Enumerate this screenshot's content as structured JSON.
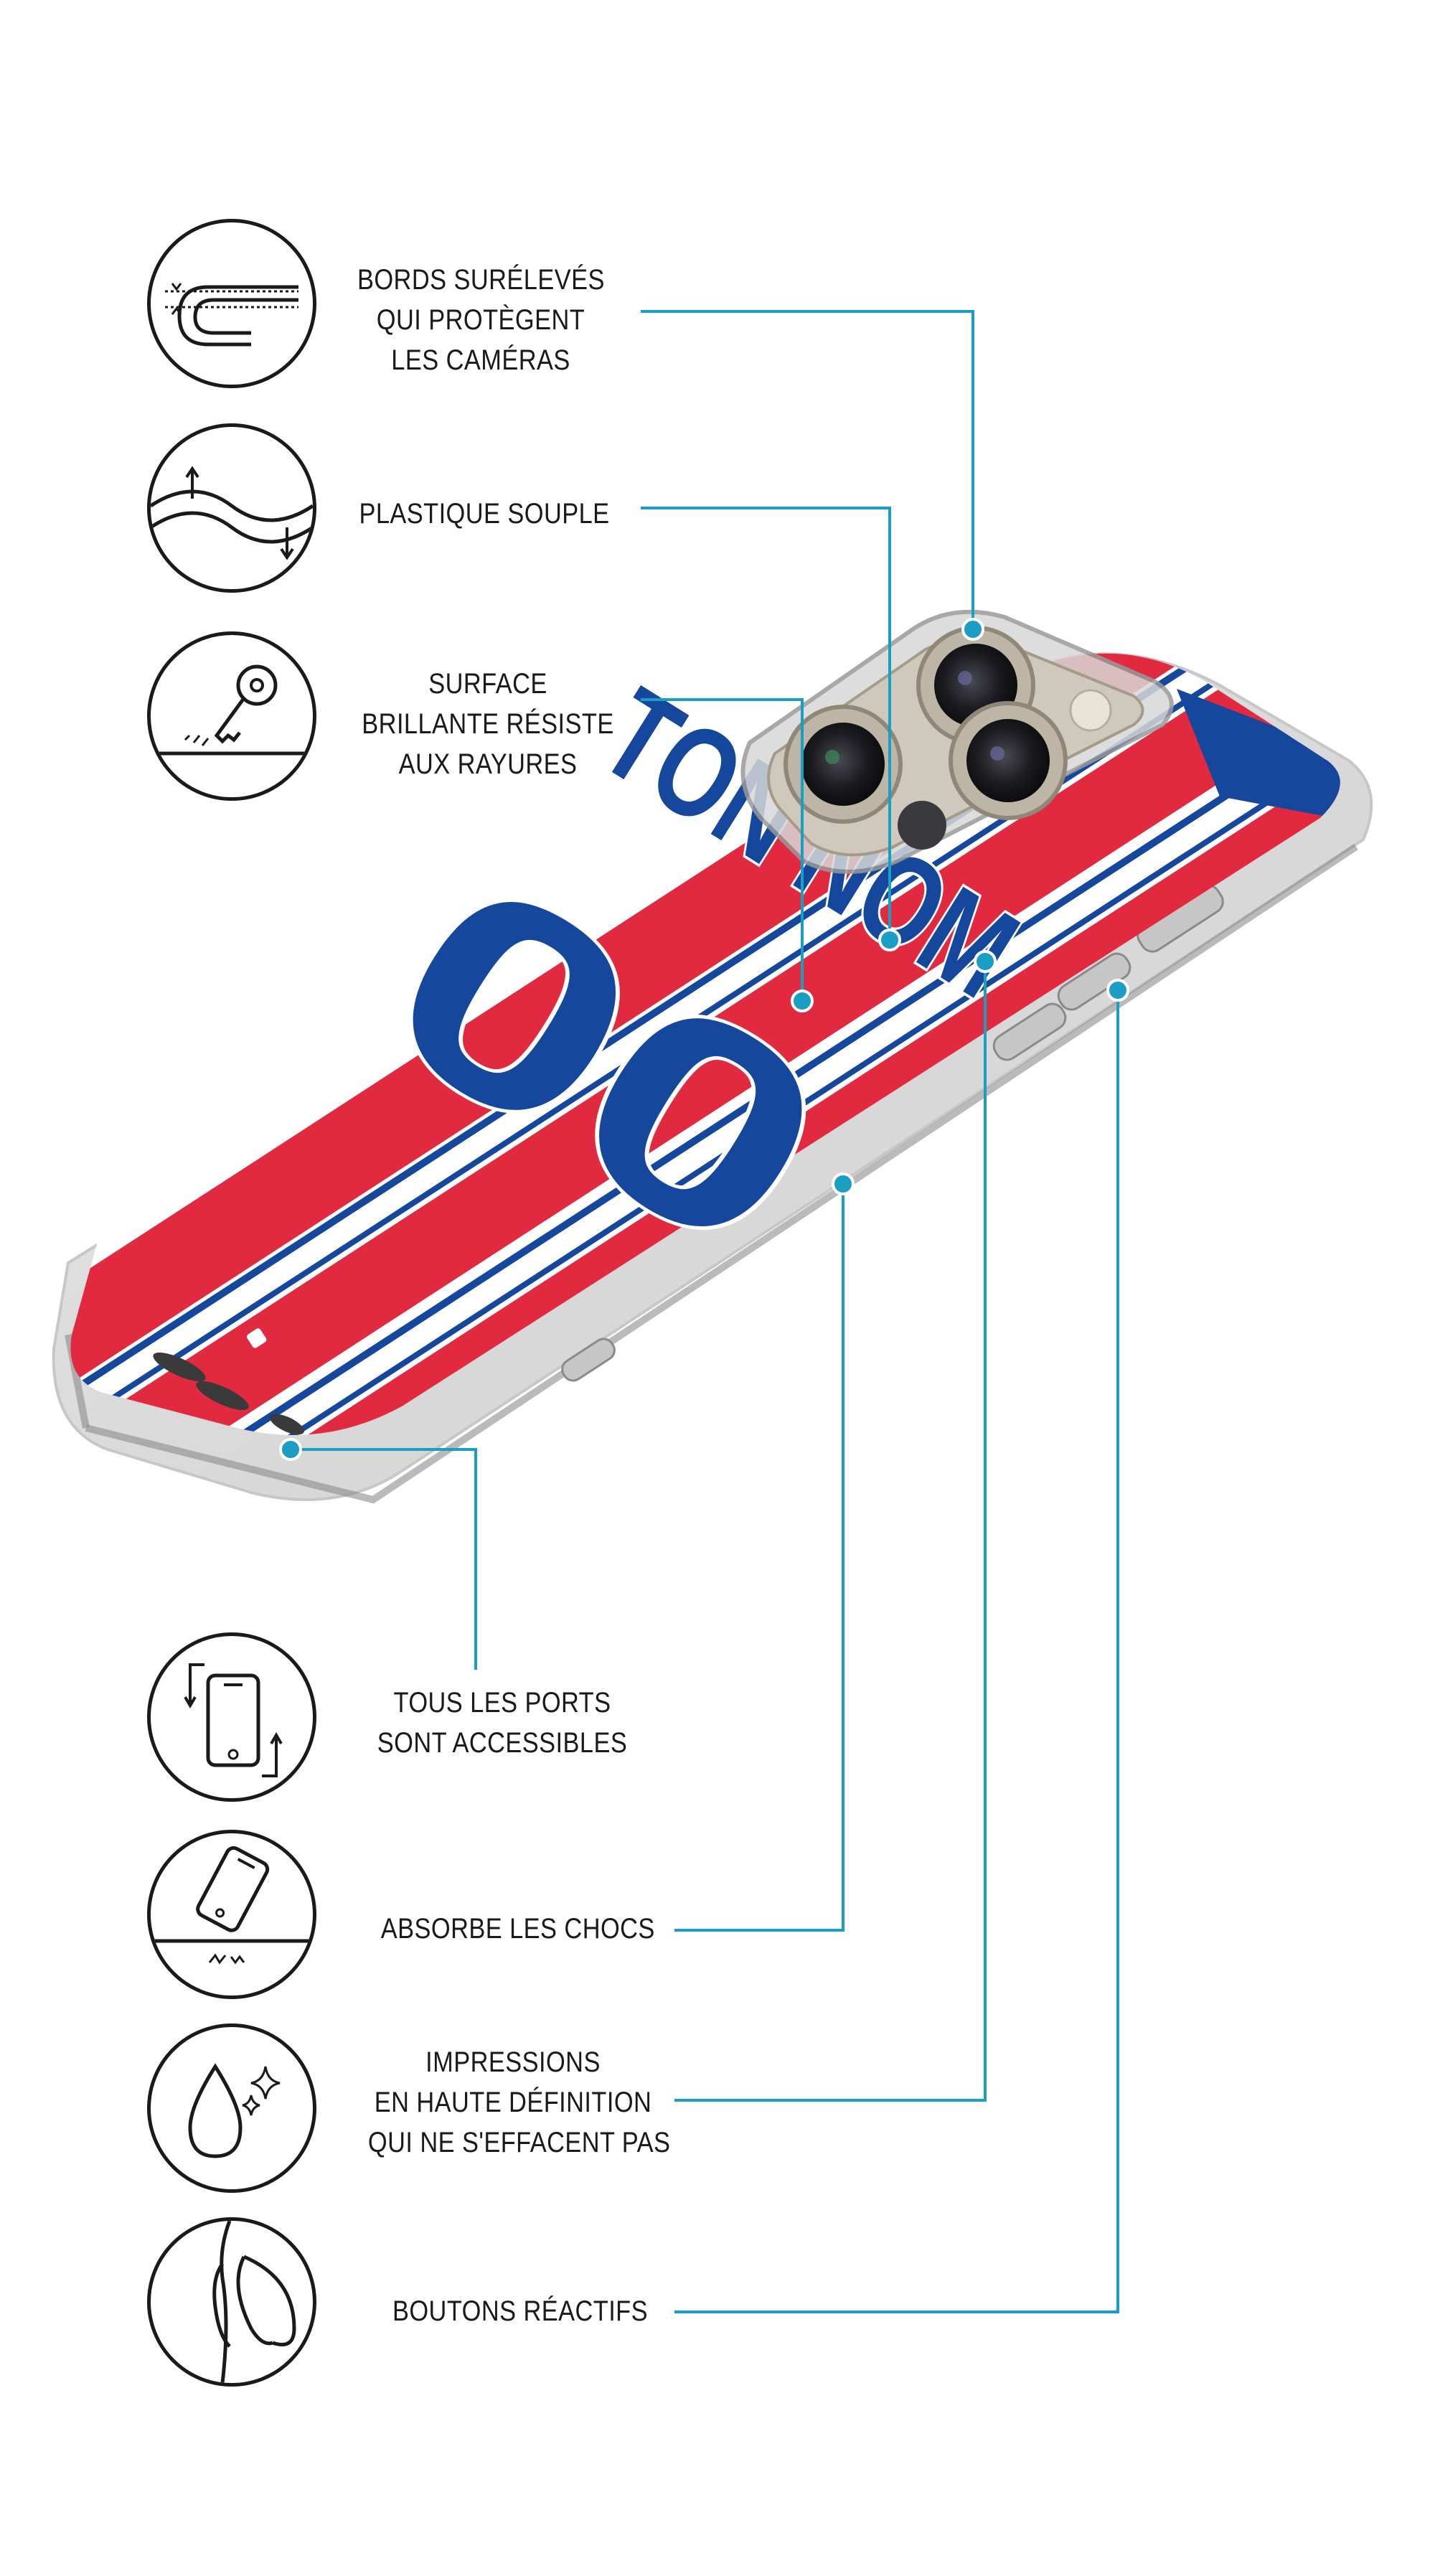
{
  "features": {
    "raised_edges": {
      "lines": [
        "BORDS SURÉLEVÉS",
        "QUI PROTÈGENT",
        "LES CAMÉRAS"
      ],
      "icon": "raised-edge-icon"
    },
    "soft_plastic": {
      "lines": [
        "PLASTIQUE SOUPLE"
      ],
      "icon": "flex-icon"
    },
    "scratch_resistant": {
      "lines": [
        "SURFACE",
        "BRILLANTE RÉSISTE",
        "AUX RAYURES"
      ],
      "icon": "key-scratch-icon"
    },
    "ports": {
      "lines": [
        "TOUS LES PORTS",
        "SONT ACCESSIBLES"
      ],
      "icon": "phone-rotate-icon"
    },
    "shock": {
      "lines": [
        "ABSORBE LES CHOCS"
      ],
      "icon": "phone-drop-icon"
    },
    "print": {
      "lines": [
        "IMPRESSIONS",
        "EN HAUTE DÉFINITION",
        "QUI NE S'EFFACENT PAS"
      ],
      "icon": "drop-sparkle-icon"
    },
    "buttons": {
      "lines": [
        "BOUTONS RÉACTIFS"
      ],
      "icon": "side-button-icon"
    }
  },
  "jersey": {
    "name": "TON NOM",
    "number": "00"
  },
  "colors": {
    "callout": "#1b9ec4",
    "red": "#e12a40",
    "blue": "#15479c",
    "white": "#ffffff",
    "ink": "#1a1a1a"
  }
}
